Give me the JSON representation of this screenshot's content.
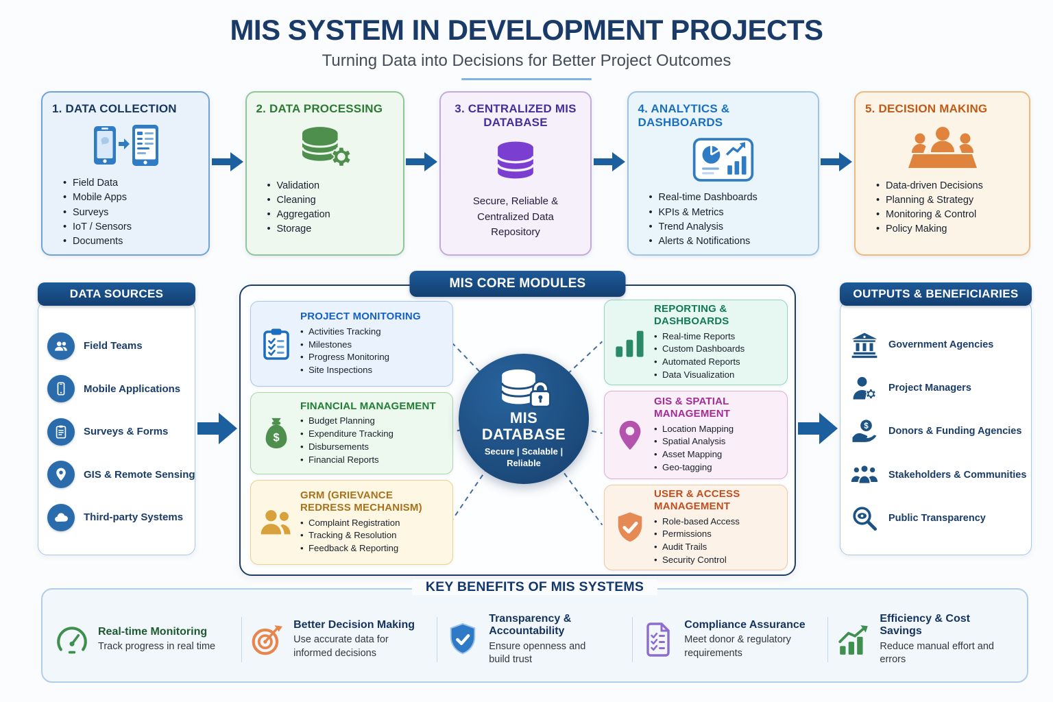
{
  "header": {
    "title": "MIS SYSTEM IN DEVELOPMENT PROJECTS",
    "subtitle": "Turning Data into Decisions for Better Project Outcomes"
  },
  "icons": {
    "flow_arrow": "arrow-right-icon",
    "section_arrow": "arrow-right-large-icon"
  },
  "flow": {
    "steps": [
      {
        "title": "1. DATA COLLECTION",
        "icon": "phone-tablet-icon",
        "bullets": [
          "Field Data",
          "Mobile Apps",
          "Surveys",
          "IoT / Sensors",
          "Documents"
        ]
      },
      {
        "title": "2. DATA PROCESSING",
        "icon": "database-gear-icon",
        "bullets": [
          "Validation",
          "Cleaning",
          "Aggregation",
          "Storage"
        ]
      },
      {
        "title": "3. CENTRALIZED MIS DATABASE",
        "icon": "database-icon",
        "description": "Secure, Reliable & Centralized Data Repository"
      },
      {
        "title": "4. ANALYTICS & DASHBOARDS",
        "icon": "dashboard-icon",
        "bullets": [
          "Real-time Dashboards",
          "KPIs & Metrics",
          "Trend Analysis",
          "Alerts & Notifications"
        ]
      },
      {
        "title": "5. DECISION MAKING",
        "icon": "meeting-icon",
        "bullets": [
          "Data-driven Decisions",
          "Planning & Strategy",
          "Monitoring & Control",
          "Policy Making"
        ]
      }
    ]
  },
  "data_sources": {
    "header": "DATA SOURCES",
    "items": [
      {
        "icon": "field-teams-icon",
        "label": "Field Teams"
      },
      {
        "icon": "mobile-app-icon",
        "label": "Mobile Applications"
      },
      {
        "icon": "survey-form-icon",
        "label": "Surveys & Forms"
      },
      {
        "icon": "map-pin-icon",
        "label": "GIS & Remote Sensing"
      },
      {
        "icon": "cloud-icon",
        "label": "Third-party Systems"
      }
    ]
  },
  "core_modules": {
    "header": "MIS CORE MODULES",
    "center": {
      "icon": "database-lock-icon",
      "title_line1": "MIS",
      "title_line2": "DATABASE",
      "subtitle": "Secure | Scalable | Reliable"
    },
    "left": [
      {
        "title": "PROJECT MONITORING",
        "icon": "clipboard-check-icon",
        "bullets": [
          "Activities Tracking",
          "Milestones",
          "Progress Monitoring",
          "Site Inspections"
        ]
      },
      {
        "title": "FINANCIAL MANAGEMENT",
        "icon": "money-bag-icon",
        "bullets": [
          "Budget Planning",
          "Expenditure Tracking",
          "Disbursements",
          "Financial Reports"
        ]
      },
      {
        "title": "GRM (GRIEVANCE REDRESS MECHANISM)",
        "icon": "people-duo-icon",
        "bullets": [
          "Complaint Registration",
          "Tracking & Resolution",
          "Feedback & Reporting"
        ]
      }
    ],
    "right": [
      {
        "title": "REPORTING & DASHBOARDS",
        "icon": "bar-chart-icon",
        "bullets": [
          "Real-time Reports",
          "Custom Dashboards",
          "Automated Reports",
          "Data Visualization"
        ]
      },
      {
        "title": "GIS & SPATIAL MANAGEMENT",
        "icon": "map-pin-icon",
        "bullets": [
          "Location Mapping",
          "Spatial Analysis",
          "Asset Mapping",
          "Geo-tagging"
        ]
      },
      {
        "title": "USER & ACCESS MANAGEMENT",
        "icon": "shield-check-icon",
        "bullets": [
          "Role-based Access",
          "Permissions",
          "Audit Trails",
          "Security Control"
        ]
      }
    ]
  },
  "outputs": {
    "header": "OUTPUTS & BENEFICIARIES",
    "items": [
      {
        "icon": "bank-icon",
        "label": "Government Agencies"
      },
      {
        "icon": "manager-gear-icon",
        "label": "Project Managers"
      },
      {
        "icon": "donor-hand-icon",
        "label": "Donors & Funding Agencies"
      },
      {
        "icon": "stakeholders-icon",
        "label": "Stakeholders & Communities"
      },
      {
        "icon": "eye-magnifier-icon",
        "label": "Public Transparency"
      }
    ]
  },
  "benefits": {
    "header": "KEY BENEFITS OF MIS SYSTEMS",
    "items": [
      {
        "icon": "gauge-icon",
        "title": "Real-time Monitoring",
        "description": "Track progress in real time"
      },
      {
        "icon": "target-icon",
        "title": "Better Decision Making",
        "description": "Use accurate data for informed decisions"
      },
      {
        "icon": "shield-check-blue-icon",
        "title": "Transparency & Accountability",
        "description": "Ensure openness and build trust"
      },
      {
        "icon": "checklist-doc-icon",
        "title": "Compliance Assurance",
        "description": "Meet donor & regulatory requirements"
      },
      {
        "icon": "growth-chart-icon",
        "title": "Efficiency & Cost Savings",
        "description": "Reduce manual effort and errors"
      }
    ]
  },
  "colors": {
    "navy": "#1a3a68",
    "pill_navy": "#174e86",
    "arrow_blue": "#1c5f9f",
    "step_blue": "#2f7cc4",
    "step_green": "#4e8f4e",
    "step_purple": "#7a3fd1",
    "step_orange": "#e0833c",
    "amber": "#d9a13b",
    "teal": "#2a8a68",
    "magenta": "#b353ae",
    "module_orange": "#e58a54",
    "hub_navy": "#1d4f80",
    "benefit_green": "#3f8f4f",
    "benefit_orange": "#e8854a",
    "benefit_blue": "#2e7ac7",
    "benefit_purple": "#8d6cd0"
  }
}
